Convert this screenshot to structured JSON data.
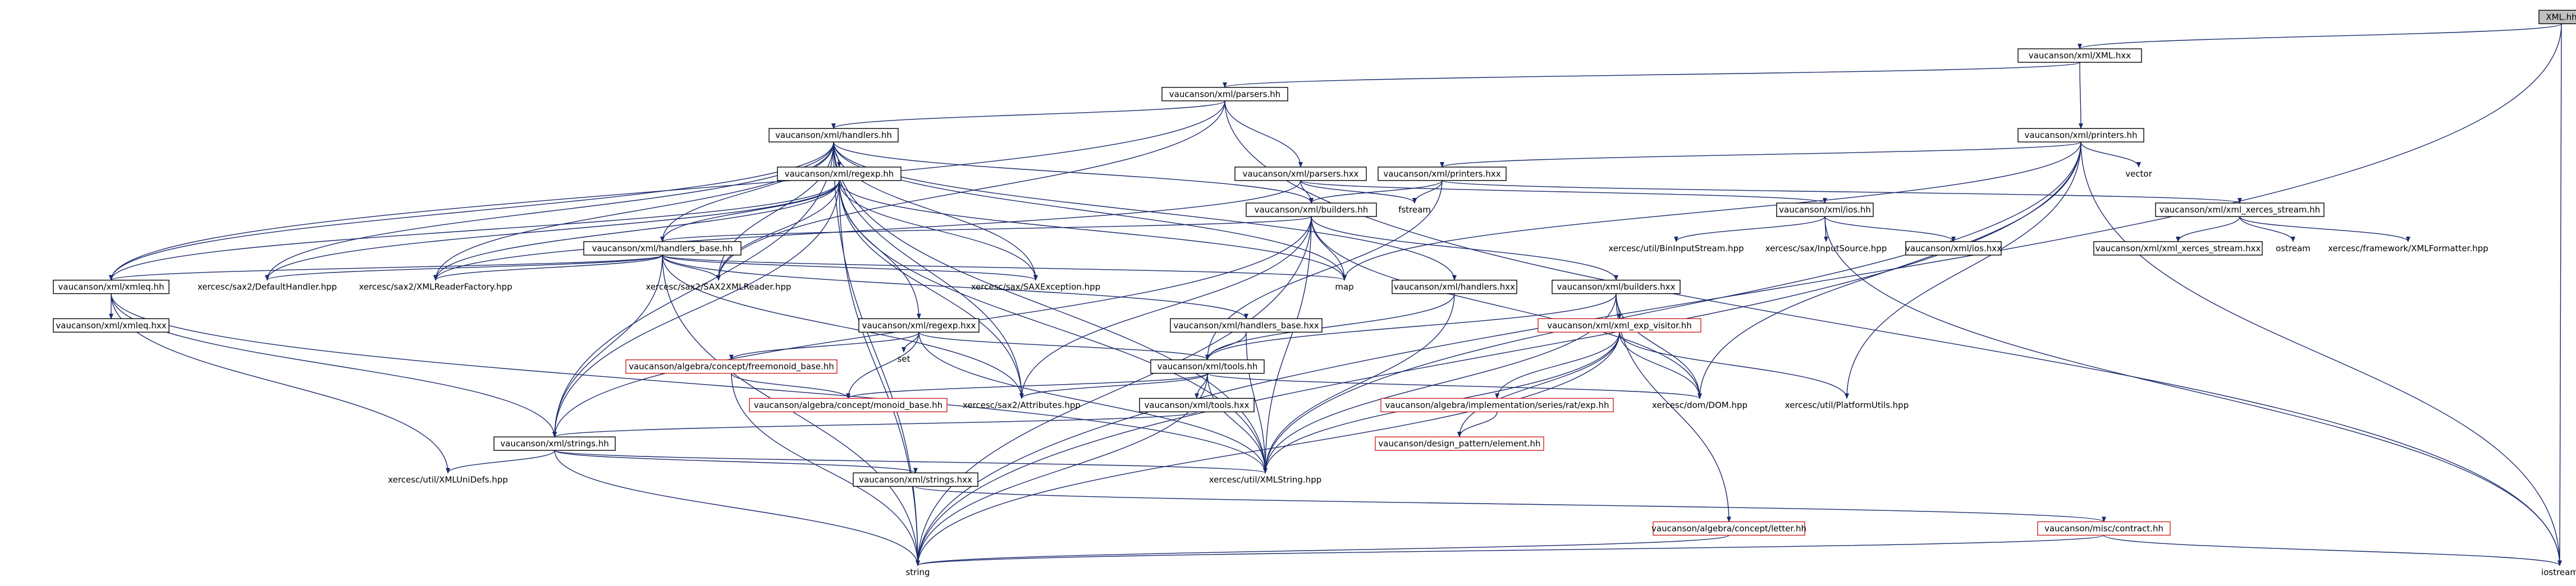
{
  "graph": {
    "nodes": [
      {
        "id": "root",
        "label": "XML.hh",
        "kind": "root"
      },
      {
        "id": "xml_hxx",
        "label": "vaucanson/xml/XML.hxx",
        "kind": "black"
      },
      {
        "id": "parsers_hh",
        "label": "vaucanson/xml/parsers.hh",
        "kind": "black"
      },
      {
        "id": "printers_hh",
        "label": "vaucanson/xml/printers.hh",
        "kind": "black"
      },
      {
        "id": "handlers_hh",
        "label": "vaucanson/xml/handlers.hh",
        "kind": "black"
      },
      {
        "id": "parsers_hxx",
        "label": "vaucanson/xml/parsers.hxx",
        "kind": "black"
      },
      {
        "id": "printers_hxx",
        "label": "vaucanson/xml/printers.hxx",
        "kind": "black"
      },
      {
        "id": "vector",
        "label": "vector",
        "kind": "gray"
      },
      {
        "id": "regexp_hh",
        "label": "vaucanson/xml/regexp.hh",
        "kind": "black"
      },
      {
        "id": "fstream",
        "label": "fstream",
        "kind": "gray"
      },
      {
        "id": "builders_hh",
        "label": "vaucanson/xml/builders.hh",
        "kind": "black"
      },
      {
        "id": "ios_hh",
        "label": "vaucanson/xml/ios.hh",
        "kind": "black"
      },
      {
        "id": "xerces_stream_hh",
        "label": "vaucanson/xml/xml_xerces_stream.hh",
        "kind": "black"
      },
      {
        "id": "handlers_base_hh",
        "label": "vaucanson/xml/handlers_base.hh",
        "kind": "black"
      },
      {
        "id": "bininputstream",
        "label": "xercesc/util/BinInputStream.hpp",
        "kind": "gray"
      },
      {
        "id": "inputsource",
        "label": "xercesc/sax/InputSource.hpp",
        "kind": "gray"
      },
      {
        "id": "ios_hxx",
        "label": "vaucanson/xml/ios.hxx",
        "kind": "black"
      },
      {
        "id": "xerces_stream_hxx",
        "label": "vaucanson/xml/xml_xerces_stream.hxx",
        "kind": "black"
      },
      {
        "id": "ostream",
        "label": "ostream",
        "kind": "gray"
      },
      {
        "id": "xmlformatter",
        "label": "xercesc/framework/XMLFormatter.hpp",
        "kind": "gray"
      },
      {
        "id": "xmleq_hh",
        "label": "vaucanson/xml/xmleq.hh",
        "kind": "black"
      },
      {
        "id": "defaulthandler",
        "label": "xercesc/sax2/DefaultHandler.hpp",
        "kind": "gray"
      },
      {
        "id": "xmlreaderfactory",
        "label": "xercesc/sax2/XMLReaderFactory.hpp",
        "kind": "gray"
      },
      {
        "id": "sax2xmlreader",
        "label": "xercesc/sax2/SAX2XMLReader.hpp",
        "kind": "gray"
      },
      {
        "id": "saxexception",
        "label": "xercesc/sax/SAXException.hpp",
        "kind": "gray"
      },
      {
        "id": "map",
        "label": "map",
        "kind": "gray"
      },
      {
        "id": "handlers_hxx",
        "label": "vaucanson/xml/handlers.hxx",
        "kind": "black"
      },
      {
        "id": "builders_hxx",
        "label": "vaucanson/xml/builders.hxx",
        "kind": "black"
      },
      {
        "id": "regexp_hxx",
        "label": "vaucanson/xml/regexp.hxx",
        "kind": "black"
      },
      {
        "id": "handlers_base_hxx",
        "label": "vaucanson/xml/handlers_base.hxx",
        "kind": "black"
      },
      {
        "id": "xmleq_hxx",
        "label": "vaucanson/xml/xmleq.hxx",
        "kind": "black"
      },
      {
        "id": "set",
        "label": "set",
        "kind": "gray"
      },
      {
        "id": "freemonoid_base",
        "label": "vaucanson/algebra/concept/freemonoid_base.hh",
        "kind": "red"
      },
      {
        "id": "tools_hh",
        "label": "vaucanson/xml/tools.hh",
        "kind": "black"
      },
      {
        "id": "xml_exp_visitor",
        "label": "vaucanson/xml/xml_exp_visitor.hh",
        "kind": "red"
      },
      {
        "id": "monoid_base",
        "label": "vaucanson/algebra/concept/monoid_base.hh",
        "kind": "red"
      },
      {
        "id": "attributes",
        "label": "xercesc/sax2/Attributes.hpp",
        "kind": "gray"
      },
      {
        "id": "tools_hxx",
        "label": "vaucanson/xml/tools.hxx",
        "kind": "black"
      },
      {
        "id": "series_exp",
        "label": "vaucanson/algebra/implementation/series/rat/exp.hh",
        "kind": "red"
      },
      {
        "id": "dom",
        "label": "xercesc/dom/DOM.hpp",
        "kind": "gray"
      },
      {
        "id": "platformutils",
        "label": "xercesc/util/PlatformUtils.hpp",
        "kind": "gray"
      },
      {
        "id": "design_element",
        "label": "vaucanson/design_pattern/element.hh",
        "kind": "red"
      },
      {
        "id": "strings_hh",
        "label": "vaucanson/xml/strings.hh",
        "kind": "black"
      },
      {
        "id": "xmluniDefs",
        "label": "xercesc/util/XMLUniDefs.hpp",
        "kind": "gray"
      },
      {
        "id": "xmlstring",
        "label": "xercesc/util/XMLString.hpp",
        "kind": "gray"
      },
      {
        "id": "strings_hxx",
        "label": "vaucanson/xml/strings.hxx",
        "kind": "black"
      },
      {
        "id": "letter_hh",
        "label": "vaucanson/algebra/concept/letter.hh",
        "kind": "red"
      },
      {
        "id": "contract_hh",
        "label": "vaucanson/misc/contract.hh",
        "kind": "red"
      },
      {
        "id": "string",
        "label": "string",
        "kind": "gray"
      },
      {
        "id": "iostream",
        "label": "iostream",
        "kind": "gray"
      }
    ],
    "edges": [
      [
        "root",
        "xml_hxx"
      ],
      [
        "root",
        "string"
      ],
      [
        "root",
        "iostream"
      ],
      [
        "xml_hxx",
        "parsers_hh"
      ],
      [
        "xml_hxx",
        "printers_hh"
      ],
      [
        "parsers_hh",
        "handlers_hh"
      ],
      [
        "parsers_hh",
        "parsers_hxx"
      ],
      [
        "parsers_hh",
        "xmleq_hh"
      ],
      [
        "parsers_hh",
        "sax2xmlreader"
      ],
      [
        "parsers_hh",
        "iostream"
      ],
      [
        "printers_hh",
        "printers_hxx"
      ],
      [
        "printers_hh",
        "vector"
      ],
      [
        "printers_hh",
        "map"
      ],
      [
        "printers_hh",
        "dom"
      ],
      [
        "printers_hh",
        "platformutils"
      ],
      [
        "printers_hh",
        "xmlstring"
      ],
      [
        "printers_hh",
        "iostream"
      ],
      [
        "printers_hh",
        "string"
      ],
      [
        "handlers_hh",
        "regexp_hh"
      ],
      [
        "handlers_hh",
        "handlers_base_hh"
      ],
      [
        "handlers_hh",
        "builders_hh"
      ],
      [
        "handlers_hh",
        "xmleq_hh"
      ],
      [
        "handlers_hh",
        "defaulthandler"
      ],
      [
        "handlers_hh",
        "xmlreaderfactory"
      ],
      [
        "handlers_hh",
        "sax2xmlreader"
      ],
      [
        "handlers_hh",
        "saxexception"
      ],
      [
        "handlers_hh",
        "map"
      ],
      [
        "handlers_hh",
        "handlers_hxx"
      ],
      [
        "handlers_hh",
        "attributes"
      ],
      [
        "handlers_hh",
        "xmlstring"
      ],
      [
        "handlers_hh",
        "string"
      ],
      [
        "handlers_hh",
        "strings_hh"
      ],
      [
        "parsers_hxx",
        "fstream"
      ],
      [
        "parsers_hxx",
        "builders_hh"
      ],
      [
        "parsers_hxx",
        "ios_hh"
      ],
      [
        "parsers_hxx",
        "xmlreaderfactory"
      ],
      [
        "printers_hxx",
        "fstream"
      ],
      [
        "printers_hxx",
        "builders_hh"
      ],
      [
        "printers_hxx",
        "xerces_stream_hh"
      ],
      [
        "printers_hxx",
        "tools_hh"
      ],
      [
        "regexp_hh",
        "handlers_base_hh"
      ],
      [
        "regexp_hh",
        "regexp_hxx"
      ],
      [
        "regexp_hh",
        "defaulthandler"
      ],
      [
        "regexp_hh",
        "xmlreaderfactory"
      ],
      [
        "regexp_hh",
        "sax2xmlreader"
      ],
      [
        "regexp_hh",
        "saxexception"
      ],
      [
        "regexp_hh",
        "map"
      ],
      [
        "regexp_hh",
        "attributes"
      ],
      [
        "regexp_hh",
        "xmlstring"
      ],
      [
        "regexp_hh",
        "xmleq_hh"
      ],
      [
        "regexp_hh",
        "string"
      ],
      [
        "regexp_hh",
        "strings_hh"
      ],
      [
        "builders_hh",
        "handlers_base_hh"
      ],
      [
        "builders_hh",
        "builders_hxx"
      ],
      [
        "builders_hh",
        "dom"
      ],
      [
        "builders_hh",
        "map"
      ],
      [
        "builders_hh",
        "attributes"
      ],
      [
        "builders_hh",
        "xmlstring"
      ],
      [
        "builders_hh",
        "string"
      ],
      [
        "builders_hh",
        "strings_hh"
      ],
      [
        "ios_hh",
        "bininputstream"
      ],
      [
        "ios_hh",
        "inputsource"
      ],
      [
        "ios_hh",
        "ios_hxx"
      ],
      [
        "ios_hh",
        "iostream"
      ],
      [
        "xerces_stream_hh",
        "xerces_stream_hxx"
      ],
      [
        "xerces_stream_hh",
        "ostream"
      ],
      [
        "xerces_stream_hh",
        "xmlformatter"
      ],
      [
        "handlers_base_hh",
        "xmleq_hh"
      ],
      [
        "handlers_base_hh",
        "defaulthandler"
      ],
      [
        "handlers_base_hh",
        "xmlreaderfactory"
      ],
      [
        "handlers_base_hh",
        "sax2xmlreader"
      ],
      [
        "handlers_base_hh",
        "saxexception"
      ],
      [
        "handlers_base_hh",
        "handlers_base_hxx"
      ],
      [
        "handlers_base_hh",
        "map"
      ],
      [
        "handlers_base_hh",
        "attributes"
      ],
      [
        "handlers_base_hh",
        "strings_hh"
      ],
      [
        "handlers_base_hh",
        "string"
      ],
      [
        "xmleq_hh",
        "xmleq_hxx"
      ],
      [
        "xmleq_hh",
        "xmluniDefs"
      ],
      [
        "xmleq_hh",
        "xmlstring"
      ],
      [
        "xmleq_hh",
        "strings_hh"
      ],
      [
        "handlers_hxx",
        "tools_hh"
      ],
      [
        "handlers_hxx",
        "xmlstring"
      ],
      [
        "builders_hxx",
        "xml_exp_visitor"
      ],
      [
        "builders_hxx",
        "tools_hh"
      ],
      [
        "builders_hxx",
        "letter_hh"
      ],
      [
        "builders_hxx",
        "dom"
      ],
      [
        "builders_hxx",
        "xmlstring"
      ],
      [
        "regexp_hxx",
        "set"
      ],
      [
        "regexp_hxx",
        "freemonoid_base"
      ],
      [
        "regexp_hxx",
        "monoid_base"
      ],
      [
        "regexp_hxx",
        "tools_hh"
      ],
      [
        "regexp_hxx",
        "xmlstring"
      ],
      [
        "handlers_base_hxx",
        "tools_hh"
      ],
      [
        "handlers_base_hxx",
        "xmlstring"
      ],
      [
        "freemonoid_base",
        "monoid_base"
      ],
      [
        "freemonoid_base",
        "string"
      ],
      [
        "tools_hh",
        "attributes"
      ],
      [
        "tools_hh",
        "tools_hxx"
      ],
      [
        "tools_hh",
        "dom"
      ],
      [
        "tools_hh",
        "xmlstring"
      ],
      [
        "tools_hh",
        "string"
      ],
      [
        "tools_hh",
        "monoid_base"
      ],
      [
        "xml_exp_visitor",
        "series_exp"
      ],
      [
        "xml_exp_visitor",
        "dom"
      ],
      [
        "xml_exp_visitor",
        "platformutils"
      ],
      [
        "xml_exp_visitor",
        "xmlstring"
      ],
      [
        "xml_exp_visitor",
        "design_element"
      ],
      [
        "xml_exp_visitor",
        "string"
      ],
      [
        "tools_hxx",
        "strings_hh"
      ],
      [
        "series_exp",
        "design_element"
      ],
      [
        "strings_hh",
        "xmluniDefs"
      ],
      [
        "strings_hh",
        "xmlstring"
      ],
      [
        "strings_hh",
        "strings_hxx"
      ],
      [
        "strings_hh",
        "string"
      ],
      [
        "strings_hxx",
        "contract_hh"
      ],
      [
        "letter_hh",
        "string"
      ],
      [
        "contract_hh",
        "string"
      ],
      [
        "contract_hh",
        "iostream"
      ]
    ]
  }
}
